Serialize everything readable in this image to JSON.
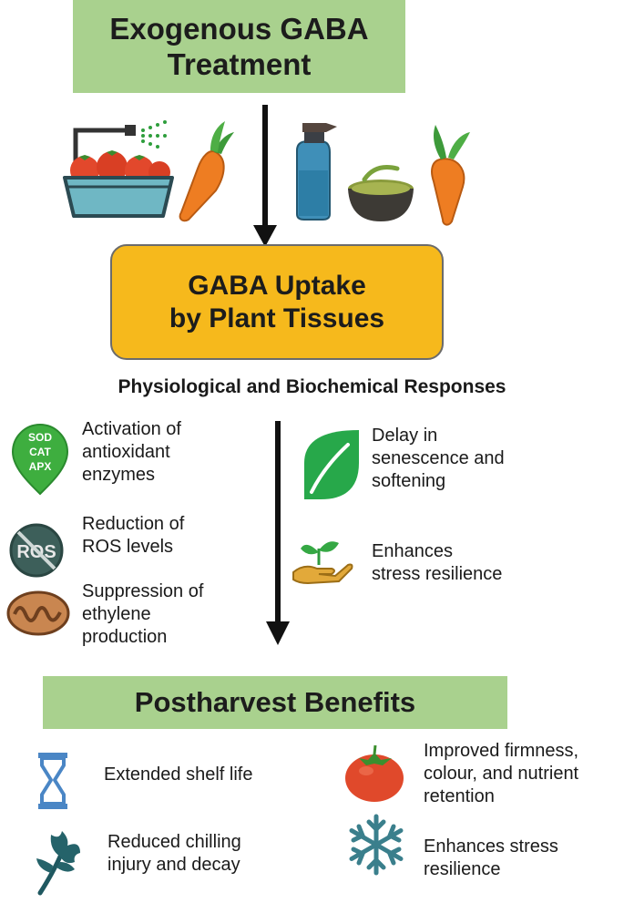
{
  "title": {
    "line1": "Exogenous GABA",
    "line2": "Treatment"
  },
  "uptake": {
    "line1": "GABA Uptake",
    "line2": "by Plant Tissues"
  },
  "responses": {
    "heading": "Physiological and Biochemical Responses",
    "enzyme_badge": [
      "SOD",
      "CAT",
      "APX"
    ],
    "ros_badge": "ROS",
    "left": [
      {
        "icon": "antioxidant-enzyme-icon",
        "lines": [
          "Activation of",
          "antioxidant",
          "enzymes"
        ]
      },
      {
        "icon": "ros-crossed-icon",
        "lines": [
          "Reduction of",
          "ROS levels"
        ]
      },
      {
        "icon": "mitochondrion-icon",
        "lines": [
          "Suppression of",
          "ethylene",
          "production"
        ]
      }
    ],
    "right": [
      {
        "icon": "leaf-icon",
        "lines": [
          "Delay in",
          "senescence and",
          "softening"
        ]
      },
      {
        "icon": "seedling-in-hand-icon",
        "lines": [
          "Enhances",
          "stress resilience"
        ]
      }
    ]
  },
  "benefits": {
    "heading": "Postharvest Benefits",
    "left": [
      {
        "icon": "hourglass-icon",
        "lines": [
          "Extended shelf life"
        ]
      },
      {
        "icon": "parsley-leaf-icon",
        "lines": [
          "Reduced chilling",
          "injury and decay"
        ]
      }
    ],
    "right": [
      {
        "icon": "tomato-icon",
        "lines": [
          "Improved firmness,",
          "colour, and nutrient",
          "retention"
        ]
      },
      {
        "icon": "snowflake-icon",
        "lines": [
          "Enhances stress",
          "resilience"
        ]
      }
    ]
  },
  "colors": {
    "green_box": "#a9d18e",
    "orange_box": "#f6b91c",
    "leaf_green": "#2aa84a",
    "icon_blue": "#4a86c5",
    "teal": "#3a7f8c"
  }
}
